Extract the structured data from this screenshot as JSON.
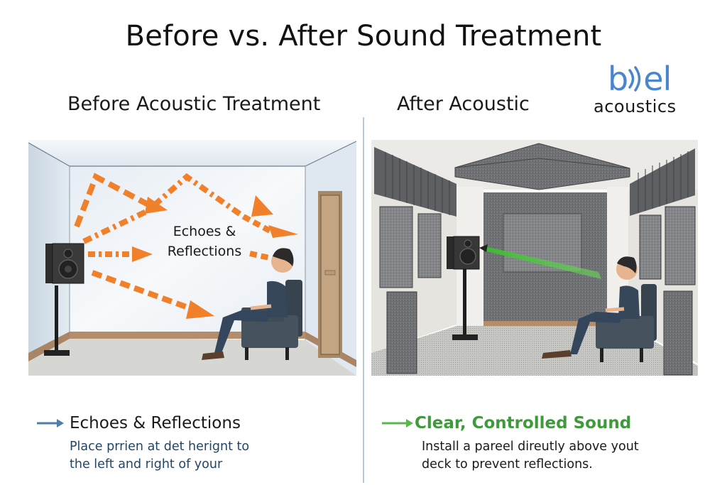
{
  "title": "Before vs. After Sound Treatment",
  "logo": {
    "brand_prefix": "b",
    "brand_suffix": "el",
    "sub": "acoustics",
    "icon": "sound-waves-icon",
    "brand_color": "#4a86d0"
  },
  "panels": [
    {
      "id": "before",
      "heading": "Before Acoustic Treatment",
      "scene_label_line1": "Echoes &",
      "scene_label_line2": "Reflections",
      "accent_color": "#f0802a",
      "caption": {
        "arrow_icon": "arrow-right-icon",
        "arrow_color": "#4a7fa8",
        "title": "Echoes & Reflections",
        "body_line1": "Place prrien at det herignt to",
        "body_line2": "the left and right of your"
      }
    },
    {
      "id": "after",
      "heading": "After Acoustic",
      "accent_color": "#4fc23e",
      "caption": {
        "arrow_icon": "arrow-right-icon",
        "arrow_color": "#5bb54e",
        "title": "Clear, Controlled Sound",
        "body_line1": "Install a pareel direutly above yout",
        "body_line2": "deck to prevent reflections."
      }
    }
  ]
}
